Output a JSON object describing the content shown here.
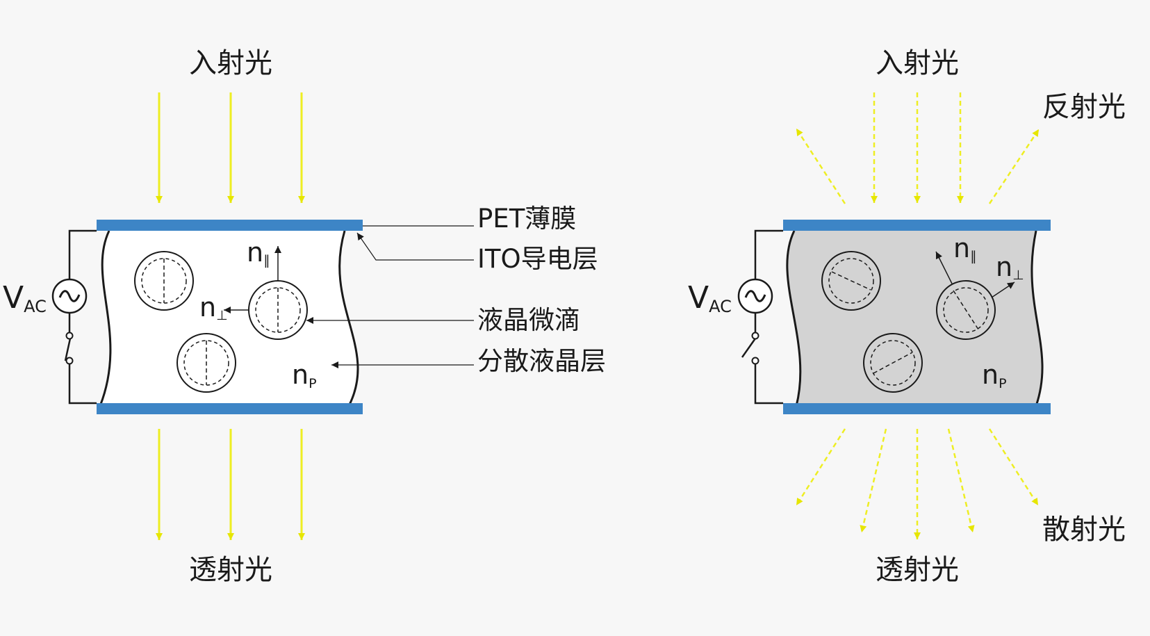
{
  "colors": {
    "background": "#f7f7f7",
    "electrode": "#3d85c6",
    "light": "#eeee22",
    "scatter_fill": "#d3d3d3",
    "line": "#1a1a1a"
  },
  "left_panel": {
    "incident_label": "入射光",
    "transmitted_label": "透射光",
    "voltage": {
      "symbol": "V",
      "subscript": "AC"
    },
    "n_parallel": {
      "symbol": "n",
      "subscript": "∥"
    },
    "n_perp": {
      "symbol": "n",
      "subscript": "⊥"
    },
    "n_p": {
      "symbol": "n",
      "subscript": "P"
    }
  },
  "callouts": {
    "pet_film": "PET薄膜",
    "ito_layer": "ITO导电层",
    "lc_droplet": "液晶微滴",
    "pdlc_layer": "分散液晶层"
  },
  "right_panel": {
    "incident_label": "入射光",
    "reflected_label": "反射光",
    "scattered_label": "散射光",
    "transmitted_label": "透射光",
    "voltage": {
      "symbol": "V",
      "subscript": "AC"
    },
    "n_parallel": {
      "symbol": "n",
      "subscript": "∥"
    },
    "n_perp": {
      "symbol": "n",
      "subscript": "⊥"
    },
    "n_p": {
      "symbol": "n",
      "subscript": "P"
    }
  }
}
